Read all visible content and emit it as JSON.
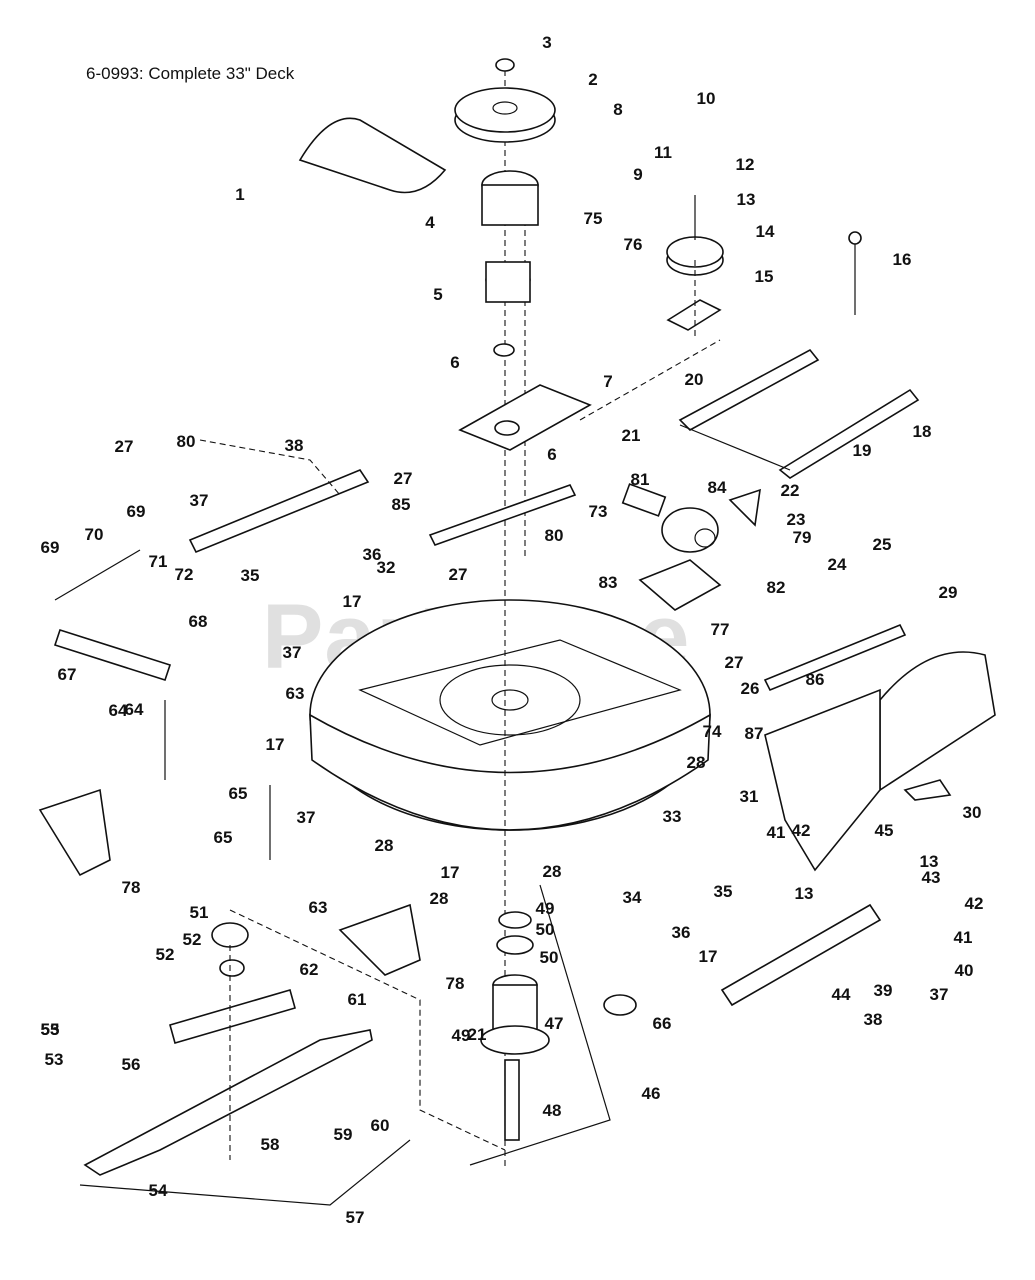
{
  "title": "6-0993: Complete 33\" Deck",
  "watermark": "PartsTree",
  "callouts": [
    "1",
    "2",
    "3",
    "4",
    "5",
    "6",
    "6",
    "7",
    "8",
    "9",
    "10",
    "11",
    "12",
    "13",
    "14",
    "15",
    "16",
    "17",
    "17",
    "17",
    "17",
    "18",
    "19",
    "20",
    "21",
    "21",
    "22",
    "23",
    "24",
    "25",
    "26",
    "27",
    "27",
    "27",
    "27",
    "28",
    "28",
    "28",
    "28",
    "29",
    "30",
    "31",
    "32",
    "33",
    "34",
    "35",
    "35",
    "36",
    "36",
    "37",
    "37",
    "37",
    "37",
    "38",
    "38",
    "39",
    "40",
    "41",
    "41",
    "42",
    "42",
    "43",
    "44",
    "45",
    "46",
    "47",
    "48",
    "49",
    "49",
    "50",
    "50",
    "51",
    "52",
    "52",
    "53",
    "53",
    "54",
    "55",
    "56",
    "57",
    "58",
    "59",
    "60",
    "61",
    "62",
    "63",
    "63",
    "64",
    "64",
    "65",
    "65",
    "66",
    "67",
    "68",
    "69",
    "69",
    "70",
    "71",
    "72",
    "73",
    "74",
    "75",
    "76",
    "77",
    "78",
    "78",
    "79",
    "80",
    "80",
    "81",
    "82",
    "83",
    "84",
    "85",
    "86",
    "87",
    "13",
    "13"
  ],
  "colors": {
    "ink": "#111111",
    "watermark": "#d6d6d6",
    "paper": "#ffffff"
  }
}
